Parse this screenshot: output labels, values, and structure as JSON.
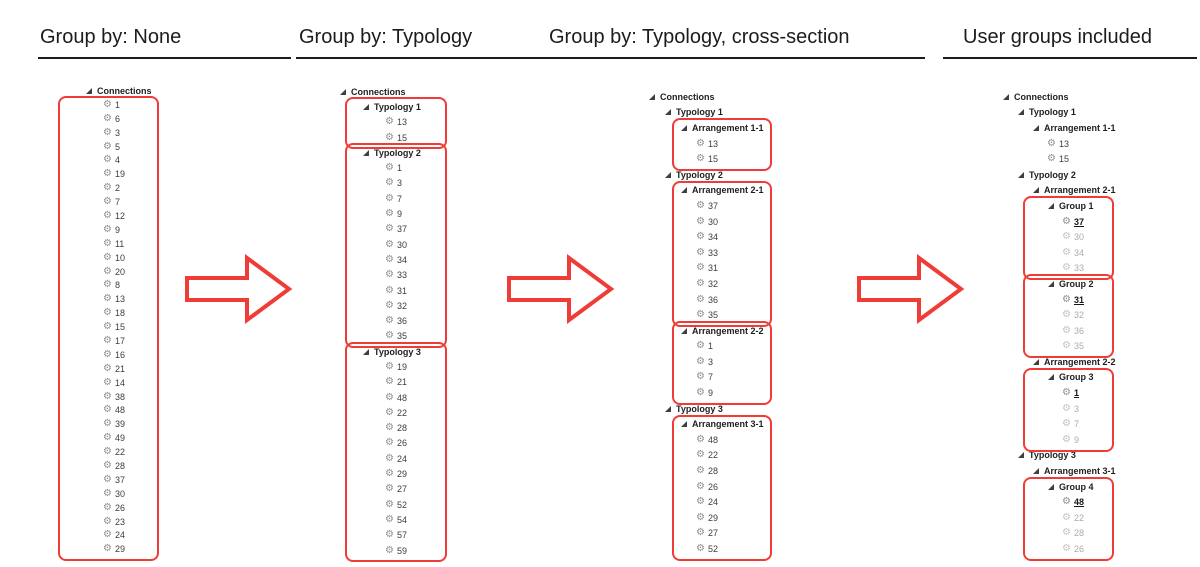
{
  "colors": {
    "accent_red": "#f03c36",
    "title_text": "#1c1c1c",
    "underline": "#1c1c1c",
    "group_text": "#1e1e1e",
    "item_text": "#3d3d3d",
    "dimmed_text": "#ababab",
    "gear": "#8f8f8f",
    "background": "#ffffff"
  },
  "panels": [
    {
      "title": "Group by: None",
      "tree": {
        "label": "Connections",
        "box_children": true,
        "children": [
          "1",
          "6",
          "3",
          "5",
          "4",
          "19",
          "2",
          "7",
          "12",
          "9",
          "11",
          "10",
          "20",
          "8",
          "13",
          "18",
          "15",
          "17",
          "16",
          "21",
          "14",
          "38",
          "48",
          "39",
          "49",
          "22",
          "28",
          "37",
          "30",
          "26",
          "23",
          "24",
          "29"
        ]
      }
    },
    {
      "title": "Group by: Typology",
      "tree": {
        "label": "Connections",
        "children": [
          {
            "label": "Typology 1",
            "boxed": true,
            "children": [
              "13",
              "15"
            ]
          },
          {
            "label": "Typology 2",
            "boxed": true,
            "children": [
              "1",
              "3",
              "7",
              "9",
              "37",
              "30",
              "34",
              "33",
              "31",
              "32",
              "36",
              "35"
            ]
          },
          {
            "label": "Typology 3",
            "boxed": true,
            "children": [
              "19",
              "21",
              "48",
              "22",
              "28",
              "26",
              "24",
              "29",
              "27",
              "52",
              "54",
              "57",
              "59"
            ]
          }
        ]
      }
    },
    {
      "title": "Group by: Typology, cross-section",
      "tree": {
        "label": "Connections",
        "children": [
          {
            "label": "Typology 1",
            "children": [
              {
                "label": "Arrangement 1-1",
                "boxed": true,
                "children": [
                  "13",
                  "15"
                ]
              }
            ]
          },
          {
            "label": "Typology 2",
            "children": [
              {
                "label": "Arrangement 2-1",
                "boxed": true,
                "children": [
                  "37",
                  "30",
                  "34",
                  "33",
                  "31",
                  "32",
                  "36",
                  "35"
                ]
              },
              {
                "label": "Arrangement 2-2",
                "boxed": true,
                "children": [
                  "1",
                  "3",
                  "7",
                  "9"
                ]
              }
            ]
          },
          {
            "label": "Typology 3",
            "children": [
              {
                "label": "Arrangement 3-1",
                "boxed": true,
                "children": [
                  "48",
                  "22",
                  "28",
                  "26",
                  "24",
                  "29",
                  "27",
                  "52"
                ]
              }
            ]
          }
        ]
      }
    },
    {
      "title": "User groups included",
      "tree": {
        "label": "Connections",
        "children": [
          {
            "label": "Typology 1",
            "children": [
              {
                "label": "Arrangement 1-1",
                "children": [
                  "13",
                  "15"
                ]
              }
            ]
          },
          {
            "label": "Typology 2",
            "children": [
              {
                "label": "Arrangement 2-1",
                "children": [
                  {
                    "label": "Group 1",
                    "boxed": true,
                    "children": [
                      {
                        "label": "37",
                        "state": "selected"
                      },
                      {
                        "label": "30",
                        "state": "dimmed"
                      },
                      {
                        "label": "34",
                        "state": "dimmed"
                      },
                      {
                        "label": "33",
                        "state": "dimmed"
                      }
                    ]
                  },
                  {
                    "label": "Group 2",
                    "boxed": true,
                    "children": [
                      {
                        "label": "31",
                        "state": "selected"
                      },
                      {
                        "label": "32",
                        "state": "dimmed"
                      },
                      {
                        "label": "36",
                        "state": "dimmed"
                      },
                      {
                        "label": "35",
                        "state": "dimmed"
                      }
                    ]
                  }
                ]
              },
              {
                "label": "Arrangement 2-2",
                "children": [
                  {
                    "label": "Group 3",
                    "boxed": true,
                    "children": [
                      {
                        "label": "1",
                        "state": "selected"
                      },
                      {
                        "label": "3",
                        "state": "dimmed"
                      },
                      {
                        "label": "7",
                        "state": "dimmed"
                      },
                      {
                        "label": "9",
                        "state": "dimmed"
                      }
                    ]
                  }
                ]
              }
            ]
          },
          {
            "label": "Typology 3",
            "children": [
              {
                "label": "Arrangement 3-1",
                "children": [
                  {
                    "label": "Group 4",
                    "boxed": true,
                    "children": [
                      {
                        "label": "48",
                        "state": "selected"
                      },
                      {
                        "label": "22",
                        "state": "dimmed"
                      },
                      {
                        "label": "28",
                        "state": "dimmed"
                      },
                      {
                        "label": "26",
                        "state": "dimmed"
                      }
                    ]
                  }
                ]
              }
            ]
          }
        ]
      }
    }
  ]
}
